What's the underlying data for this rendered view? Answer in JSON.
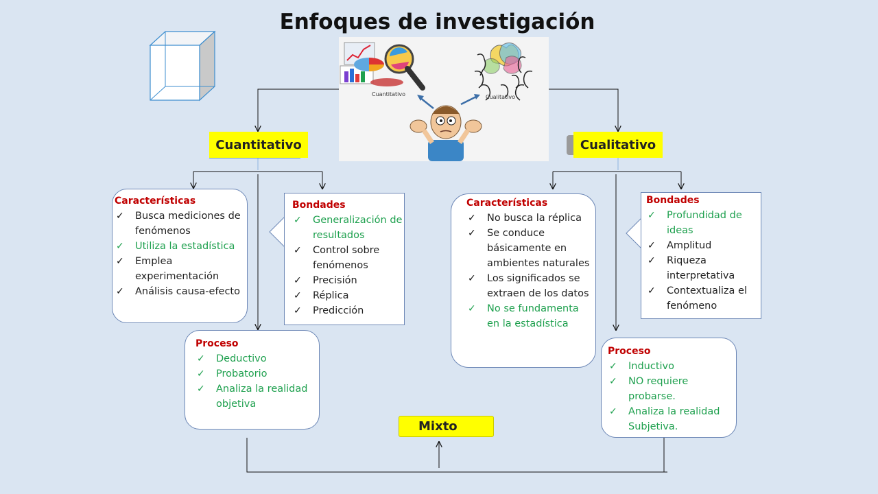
{
  "title": "Enfoques de investigación",
  "illustration": {
    "label_left": "Cuantitativo",
    "label_right": "Cualitativo"
  },
  "cuantitativo": {
    "label": "Cuantitativo",
    "caracteristicas": {
      "heading": "Características",
      "items": [
        {
          "text": "Busca mediciones de fenómenos",
          "green": false
        },
        {
          "text": "Utiliza la estadística",
          "green": true
        },
        {
          "text": "Emplea experimentación",
          "green": false
        },
        {
          "text": "Análisis causa-efecto",
          "green": false
        }
      ]
    },
    "bondades": {
      "heading": "Bondades",
      "items": [
        {
          "text": "Generalización de resultados",
          "green": true
        },
        {
          "text": "Control sobre fenómenos",
          "green": false
        },
        {
          "text": " Precisión",
          "green": false
        },
        {
          "text": " Réplica",
          "green": false
        },
        {
          "text": " Predicción",
          "green": false
        }
      ]
    },
    "proceso": {
      "heading": "Proceso",
      "items": [
        {
          "text": "Deductivo",
          "green": true
        },
        {
          "text": "Probatorio",
          "green": true
        },
        {
          "text": "Analiza la realidad objetiva",
          "green": true
        }
      ]
    }
  },
  "cualitativo": {
    "label": "Cualitativo",
    "caracteristicas": {
      "heading": "Características",
      "items": [
        {
          "text": "No busca la réplica",
          "green": false
        },
        {
          "text": "Se conduce básicamente en ambientes naturales",
          "green": false
        },
        {
          "text": "Los significados se extraen de los datos",
          "green": false
        },
        {
          "text": "No se fundamenta en la estadística",
          "green": true
        }
      ]
    },
    "bondades": {
      "heading": "Bondades",
      "items": [
        {
          "text": "Profundidad de ideas",
          "green": true
        },
        {
          "text": " Amplitud",
          "green": false
        },
        {
          "text": " Riqueza interpretativa",
          "green": false
        },
        {
          "text": " Contextualiza el fenómeno",
          "green": false
        }
      ]
    },
    "proceso": {
      "heading": "Proceso",
      "items": [
        {
          "text": "Inductivo",
          "green": true
        },
        {
          "text": "NO requiere probarse.",
          "green": true
        },
        {
          "text": "Analiza la realidad Subjetiva.",
          "green": true
        }
      ]
    }
  },
  "mixto": {
    "label": "Mixto"
  },
  "colors": {
    "background": "#dae5f2",
    "label_fill": "#ffff00",
    "heading_red": "#c00000",
    "item_green": "#1ea04e",
    "box_border": "#6b86b5"
  }
}
